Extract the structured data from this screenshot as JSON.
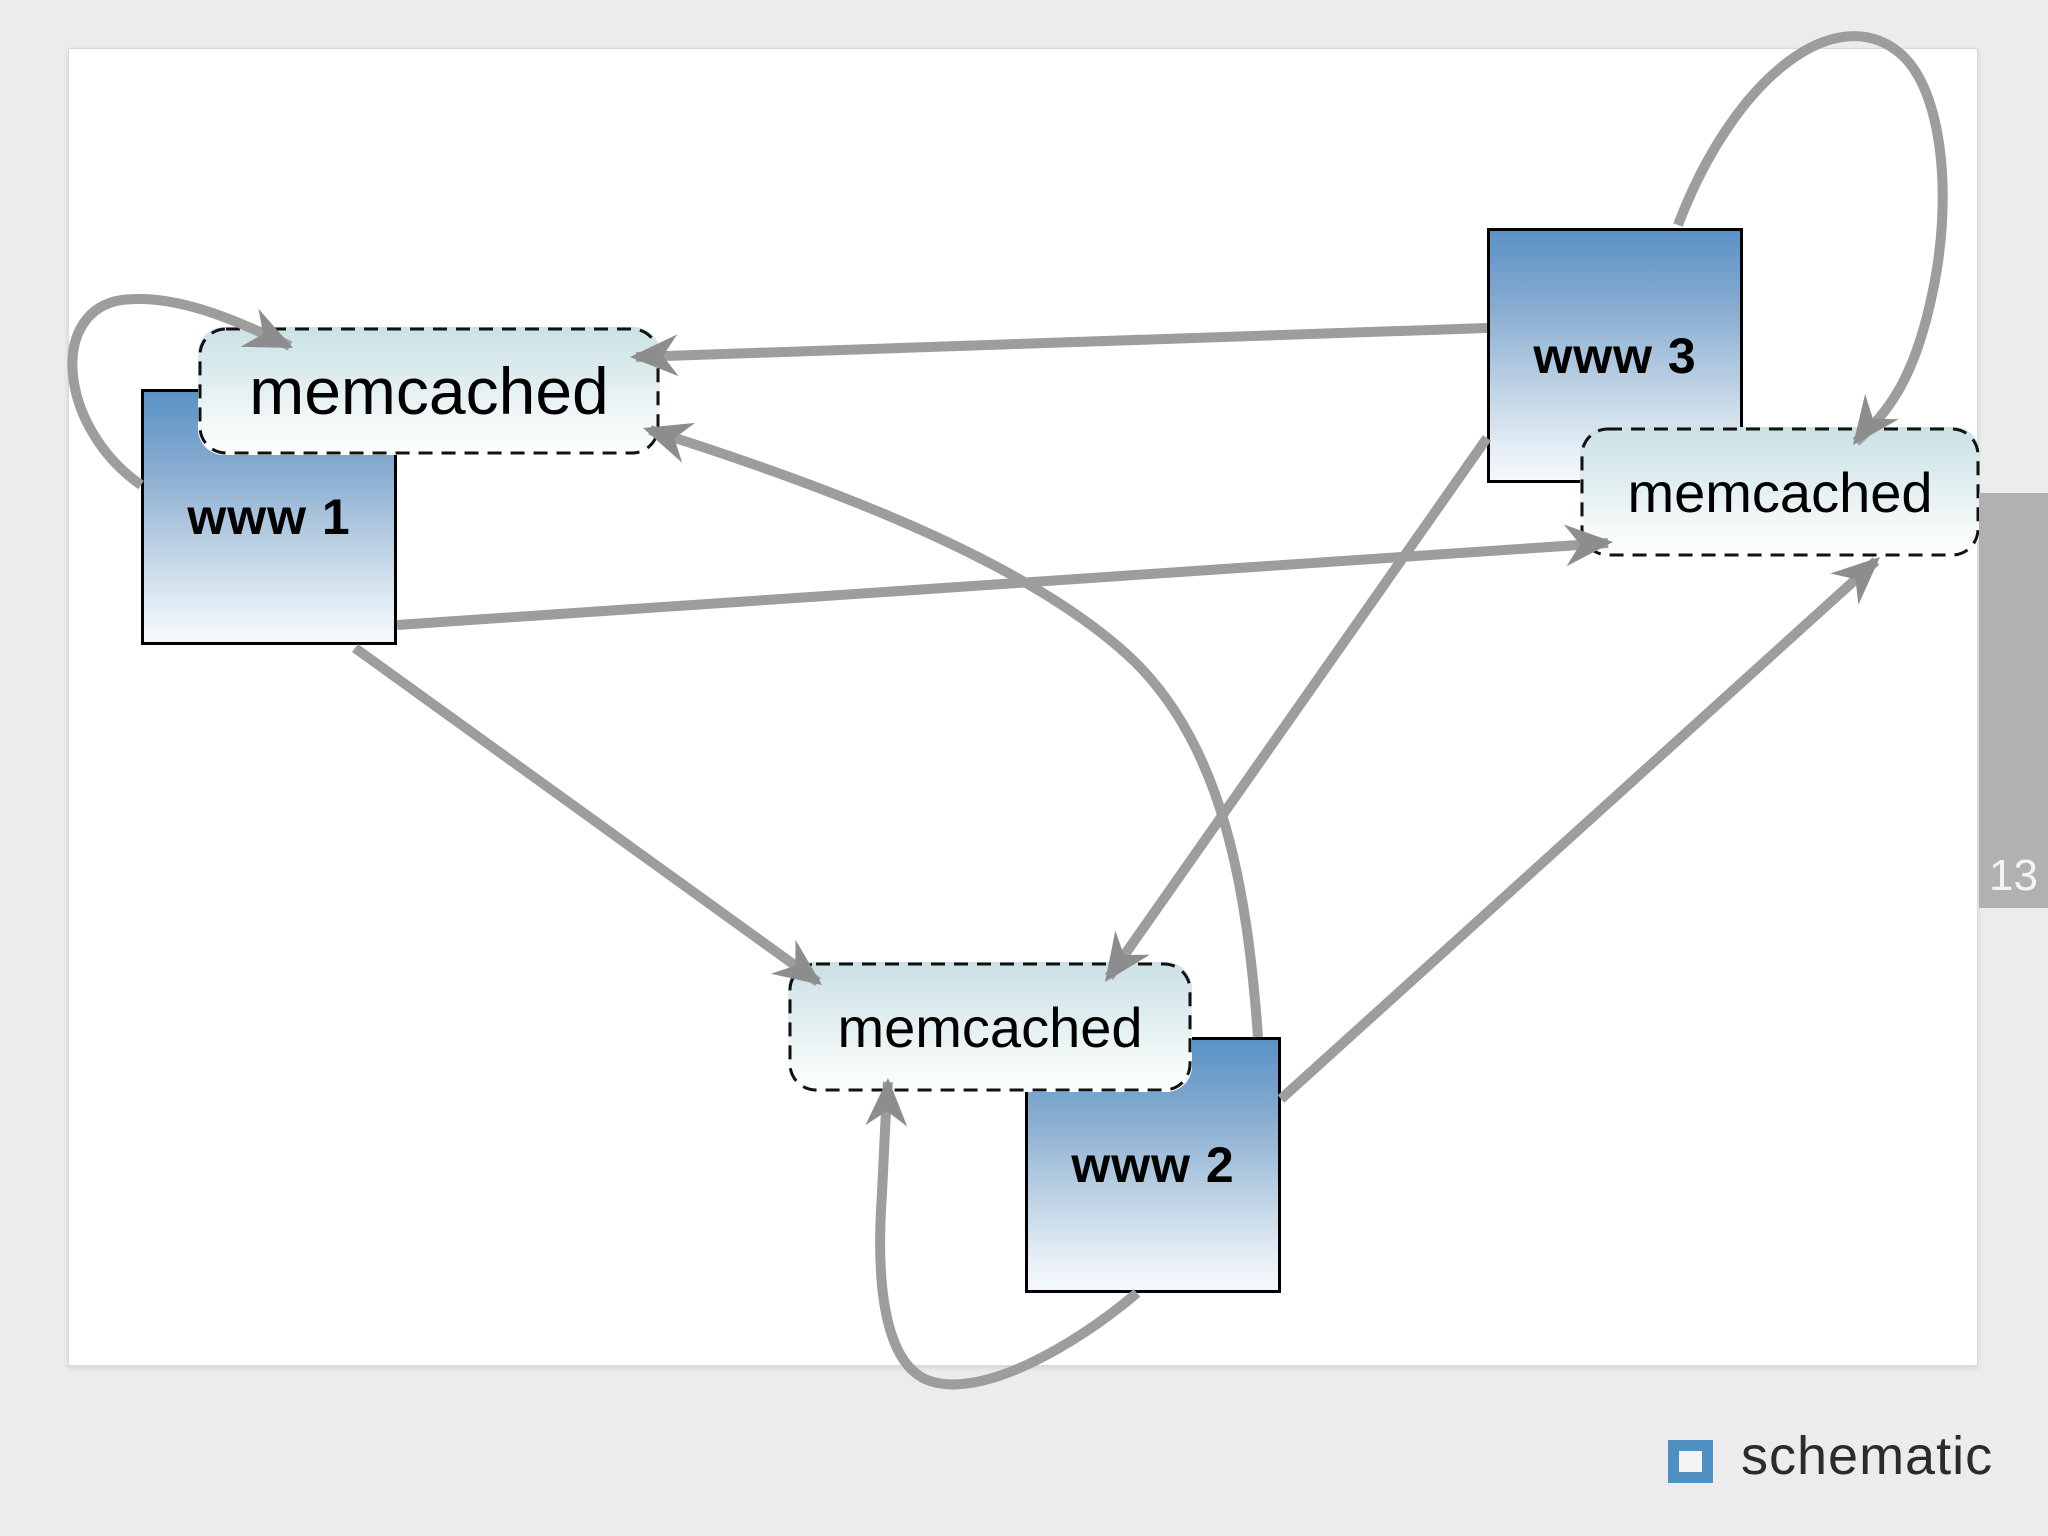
{
  "page": {
    "slide_number": "13",
    "brand": {
      "text": "schematic"
    }
  },
  "colors": {
    "page_background": "#ececec",
    "slide_background": "#ffffff",
    "arrow_shaft": "#9d9d9d",
    "arrow_head": "#8d8d8d",
    "www_box_top": "#5a92c6",
    "www_box_bottom": "#f4f8fb",
    "memcached_box_top": "#cbe1e5",
    "memcached_box_bottom": "#fdfefe",
    "dashed_border": "#111111",
    "page_tab": "#b1b1b1",
    "brand_square": "#4f90c2"
  },
  "diagram": {
    "nodes": {
      "www1": {
        "label": "www 1"
      },
      "www2": {
        "label": "www 2"
      },
      "www3": {
        "label": "www 3"
      },
      "memcached1": {
        "label": "memcached"
      },
      "memcached2": {
        "label": "memcached"
      },
      "memcached3": {
        "label": "memcached"
      }
    },
    "edges": [
      {
        "from": "www1",
        "to": "memcached1"
      },
      {
        "from": "www1",
        "to": "memcached2"
      },
      {
        "from": "www1",
        "to": "memcached3"
      },
      {
        "from": "www2",
        "to": "memcached1"
      },
      {
        "from": "www2",
        "to": "memcached2"
      },
      {
        "from": "www2",
        "to": "memcached3"
      },
      {
        "from": "www3",
        "to": "memcached1"
      },
      {
        "from": "www3",
        "to": "memcached2"
      },
      {
        "from": "www3",
        "to": "memcached3"
      }
    ]
  }
}
